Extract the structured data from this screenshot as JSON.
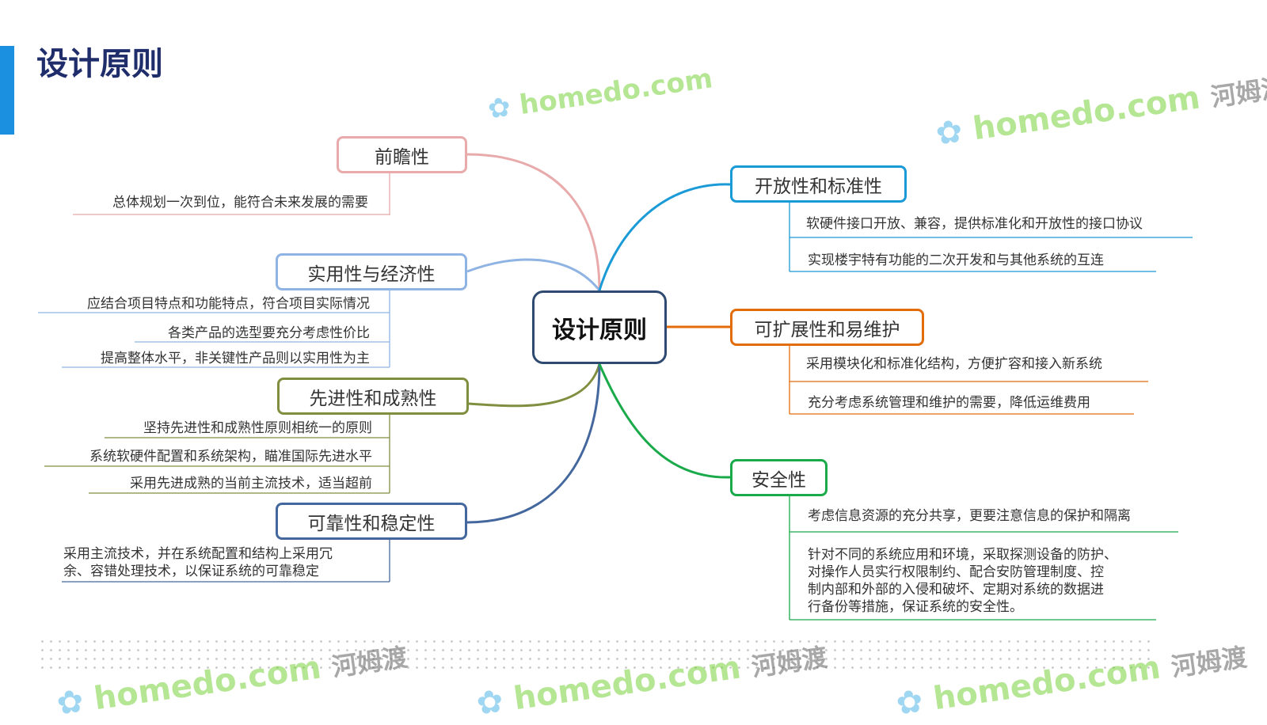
{
  "title": "设计原则",
  "center": "设计原则",
  "watermark": "homedo.com 河姆渡",
  "colors": {
    "accent": "#1b8fe0",
    "title": "#1f2d6b"
  },
  "left": [
    {
      "label": "前瞻性",
      "color": "#e8aaaa",
      "items": [
        "总体规划一次到位，能符合未来发展的需要"
      ]
    },
    {
      "label": "实用性与经济性",
      "color": "#8fb4e3",
      "items": [
        "应结合项目特点和功能特点，符合项目实际情况",
        "各类产品的选型要充分考虑性价比",
        "提高整体水平，非关键性产品则以实用性为主"
      ]
    },
    {
      "label": "先进性和成熟性",
      "color": "#7f8f3f",
      "items": [
        "坚持先进性和成熟性原则相统一的原则",
        "系统软硬件配置和系统架构，瞄准国际先进水平",
        "采用先进成熟的当前主流技术，适当超前"
      ]
    },
    {
      "label": "可靠性和稳定性",
      "color": "#44689e",
      "items": [
        "采用主流技术，并在系统配置和结构上采用冗\n余、容错处理技术，以保证系统的可靠稳定"
      ]
    }
  ],
  "right": [
    {
      "label": "开放性和标准性",
      "color": "#1a9ad6",
      "items": [
        "软硬件接口开放、兼容，提供标准化和开放性的接口协议",
        "实现楼宇特有功能的二次开发和与其他系统的互连"
      ]
    },
    {
      "label": "可扩展性和易维护",
      "color": "#e36c0a",
      "items": [
        "采用模块化和标准化结构，方便扩容和接入新系统",
        "充分考虑系统管理和维护的需要，降低运维费用"
      ]
    },
    {
      "label": "安全性",
      "color": "#1aaa4a",
      "items": [
        "考虑信息资源的充分共享，更要注意信息的保护和隔离",
        "针对不同的系统应用和环境，采取探测设备的防护、\n对操作人员实行权限制约、配合安防管理制度、控\n制内部和外部的入侵和破坏、定期对系统的数据进\n行备份等措施，保证系统的安全性。"
      ]
    }
  ]
}
